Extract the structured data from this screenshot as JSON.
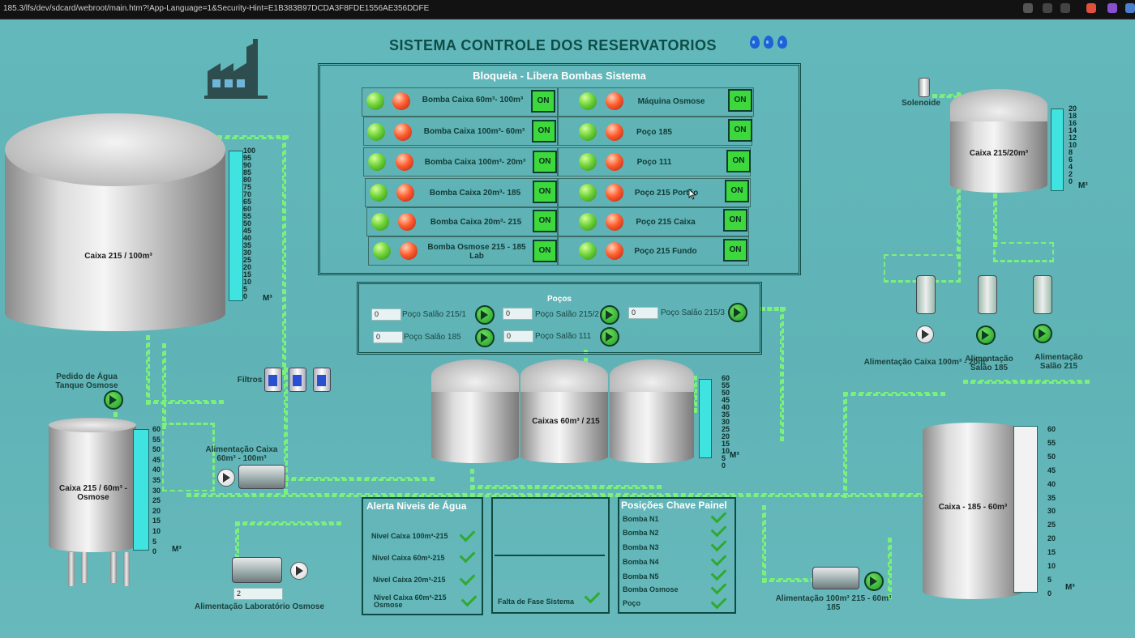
{
  "browser": {
    "url": "185.3/lfs/dev/sdcard/webroot/main.htm?!App-Language=1&Security-Hint=E1B383B97DCDA3F8FDE1556AE356DDFE"
  },
  "header": {
    "title": "SISTEMA CONTROLE DOS RESERVATORIOS"
  },
  "pumps_panel": {
    "title": "Bloqueia - Libera Bombas Sistema",
    "on_label": "ON",
    "left": [
      "Bomba Caixa 60m³- 100m³",
      "Bomba Caixa 100m³- 60m³",
      "Bomba Caixa 100m³- 20m³",
      "Bomba Caixa 20m³- 185",
      "Bomba Caixa 20m³- 215",
      "Bomba Osmose 215 - 185 Lab"
    ],
    "right": [
      "Máquina Osmose",
      "Poço 185",
      "Poço 111",
      "Poço 215 Portão",
      "Poço 215 Caixa",
      "Poço 215 Fundo"
    ]
  },
  "wells": {
    "title": "Poços",
    "items": [
      {
        "value": "0",
        "label": "Poço Salão 215/1"
      },
      {
        "value": "0",
        "label": "Poço Salão 215/2"
      },
      {
        "value": "0",
        "label": "Poço Salão 215/3"
      },
      {
        "value": "0",
        "label": "Poço Salão 185"
      },
      {
        "value": "0",
        "label": "Poço Salão 111"
      }
    ]
  },
  "tanks": {
    "big": {
      "label": "Caixa 215 / 100m³",
      "scale": [
        "100",
        "95",
        "90",
        "85",
        "80",
        "75",
        "70",
        "65",
        "60",
        "55",
        "50",
        "45",
        "40",
        "35",
        "30",
        "25",
        "20",
        "15",
        "10",
        "5",
        "0"
      ],
      "unit": "M³"
    },
    "top_right": {
      "label": "Caixa 215/20m³",
      "scale": [
        "20",
        "18",
        "16",
        "14",
        "12",
        "10",
        "8",
        "6",
        "4",
        "2",
        "0"
      ],
      "unit": "M³"
    },
    "middle": {
      "label": "Caixas 60m³ / 215",
      "scale": [
        "60",
        "55",
        "50",
        "45",
        "40",
        "35",
        "30",
        "25",
        "20",
        "15",
        "10",
        "5",
        "0"
      ],
      "unit": "M³"
    },
    "osmose": {
      "label": "Caixa 215 / 60m³ - Osmose",
      "scale": [
        "60",
        "55",
        "50",
        "45",
        "40",
        "35",
        "30",
        "25",
        "20",
        "15",
        "10",
        "5",
        "0"
      ],
      "unit": "M³"
    },
    "right_bottom": {
      "label": "Caixa - 185 - 60m³",
      "scale": [
        "60",
        "55",
        "50",
        "45",
        "40",
        "35",
        "30",
        "25",
        "20",
        "15",
        "10",
        "5",
        "0"
      ],
      "unit": "M³"
    }
  },
  "labels": {
    "solenoide": "Solenoide",
    "filtros": "Filtros",
    "pedido": "Pedido de Água Tanque Osmose",
    "alim_60_100": "Alimentação Caixa 60m³ - 100m³",
    "alim_100_20": "Alimentação Caixa 100m³ - 20m³",
    "alim_salao_185": "Alimentação Salão 185",
    "alim_salao_215": "Alimentação Salão 215",
    "alim_lab": "Alimentação Laboratório Osmose",
    "lab_value": "2",
    "alim_100_215": "Alimentação 100m³ 215 - 60m³ 185"
  },
  "alerts": {
    "title": "Alerta Niveis de Água",
    "items": [
      "Nivel Caixa 100m³-215",
      "Nivel Caixa 60m³-215",
      "Nivel Caixa 20m³-215",
      "Nivel Caixa 60m³-215 Osmose"
    ],
    "phase": "Falta de Fase Sistema"
  },
  "keys": {
    "title": "Posições Chave Painel",
    "items": [
      "Bomba N1",
      "Bomba N2",
      "Bomba N3",
      "Bomba N4",
      "Bomba N5",
      "Bomba Osmose",
      "Poço"
    ]
  }
}
